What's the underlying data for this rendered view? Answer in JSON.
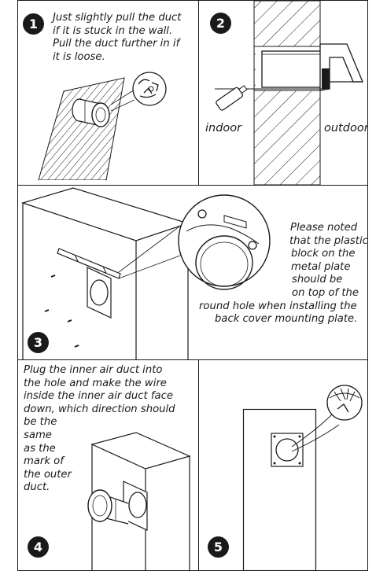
{
  "steps": [
    {
      "number": "1",
      "lines": [
        "Just slightly pull the duct",
        "if it is stuck in the wall.",
        "Pull the duct further in if",
        "it is loose."
      ]
    },
    {
      "number": "2",
      "labels": {
        "indoor": "indoor",
        "outdoor": "outdoor"
      }
    },
    {
      "number": "3",
      "lines": [
        "Please noted",
        "that the plastic",
        "block on the",
        "metal plate",
        "should be",
        "on top of the",
        "round hole when installing the",
        "back cover mounting plate."
      ]
    },
    {
      "number": "4",
      "lines": [
        "Plug the inner air duct into",
        "the hole and make the wire",
        "inside the inner air duct face",
        "down, which direction should",
        "be the",
        "same",
        "as the",
        "mark of",
        "the outer",
        "duct."
      ]
    },
    {
      "number": "5"
    }
  ],
  "colors": {
    "ink": "#1a1a1a",
    "paper": "#ffffff"
  }
}
